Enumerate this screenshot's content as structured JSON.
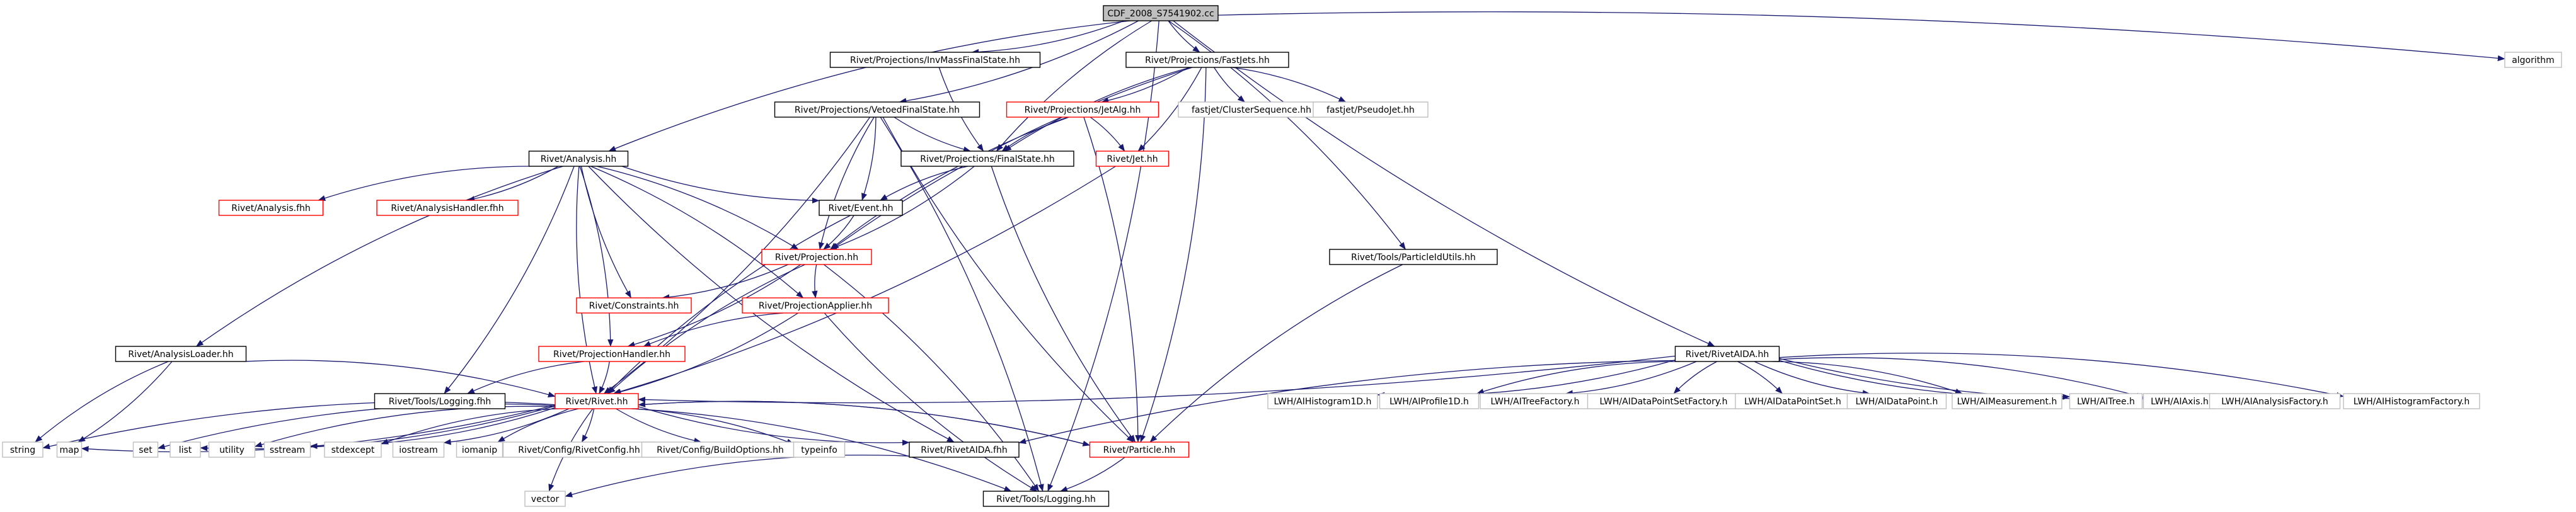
{
  "colors": {
    "edge": "#191970",
    "edge_light": "#7f7fb7",
    "border_normal": "#000000",
    "border_red": "#ff0000",
    "border_gray": "#bfbfbf",
    "root_fill": "#bfbfbf",
    "box_fill": "#ffffff"
  },
  "nodes": {
    "root": {
      "label": "CDF_2008_S7541902.cc",
      "kind": "root"
    },
    "invmass": {
      "label": "Rivet/Projections/InvMassFinalState.hh",
      "kind": "normal"
    },
    "fastjets": {
      "label": "Rivet/Projections/FastJets.hh",
      "kind": "normal"
    },
    "algorithm": {
      "label": "algorithm",
      "kind": "gray"
    },
    "analysis": {
      "label": "Rivet/Analysis.hh",
      "kind": "normal"
    },
    "vetoedfs": {
      "label": "Rivet/Projections/VetoedFinalState.hh",
      "kind": "normal"
    },
    "jetalg": {
      "label": "Rivet/Projections/JetAlg.hh",
      "kind": "red"
    },
    "clusterseq": {
      "label": "fastjet/ClusterSequence.hh",
      "kind": "gray"
    },
    "pseudojet": {
      "label": "fastjet/PseudoJet.hh",
      "kind": "gray"
    },
    "finalstate": {
      "label": "Rivet/Projections/FinalState.hh",
      "kind": "normal"
    },
    "jet": {
      "label": "Rivet/Jet.hh",
      "kind": "red"
    },
    "analysisfhh": {
      "label": "Rivet/Analysis.fhh",
      "kind": "red"
    },
    "analysishandler": {
      "label": "Rivet/AnalysisHandler.fhh",
      "kind": "red"
    },
    "event": {
      "label": "Rivet/Event.hh",
      "kind": "normal"
    },
    "projection": {
      "label": "Rivet/Projection.hh",
      "kind": "red"
    },
    "particleutils": {
      "label": "Rivet/Tools/ParticleIdUtils.hh",
      "kind": "normal"
    },
    "constraints": {
      "label": "Rivet/Constraints.hh",
      "kind": "red"
    },
    "projapplier": {
      "label": "Rivet/ProjectionApplier.hh",
      "kind": "red"
    },
    "analysisloader": {
      "label": "Rivet/AnalysisLoader.hh",
      "kind": "normal"
    },
    "projhandler": {
      "label": "Rivet/ProjectionHandler.hh",
      "kind": "red"
    },
    "rivetaida": {
      "label": "Rivet/RivetAIDA.hh",
      "kind": "normal"
    },
    "loggingfhh": {
      "label": "Rivet/Tools/Logging.fhh",
      "kind": "normal"
    },
    "rivethh": {
      "label": "Rivet/Rivet.hh",
      "kind": "red"
    },
    "string": {
      "label": "string",
      "kind": "gray"
    },
    "map": {
      "label": "map",
      "kind": "gray"
    },
    "set": {
      "label": "set",
      "kind": "gray"
    },
    "list": {
      "label": "list",
      "kind": "gray"
    },
    "utility": {
      "label": "utility",
      "kind": "gray"
    },
    "sstream": {
      "label": "sstream",
      "kind": "gray"
    },
    "stdexcept": {
      "label": "stdexcept",
      "kind": "gray"
    },
    "iostream": {
      "label": "iostream",
      "kind": "gray"
    },
    "iomanip": {
      "label": "iomanip",
      "kind": "gray"
    },
    "rivetconfig": {
      "label": "Rivet/Config/RivetConfig.hh",
      "kind": "gray"
    },
    "buildoptions": {
      "label": "Rivet/Config/BuildOptions.hh",
      "kind": "gray"
    },
    "typeinfo": {
      "label": "typeinfo",
      "kind": "gray"
    },
    "rivetaidafhh": {
      "label": "Rivet/RivetAIDA.fhh",
      "kind": "normal"
    },
    "particle": {
      "label": "Rivet/Particle.hh",
      "kind": "red"
    },
    "vector": {
      "label": "vector",
      "kind": "gray"
    },
    "logginghh": {
      "label": "Rivet/Tools/Logging.hh",
      "kind": "normal"
    },
    "ahist1d": {
      "label": "LWH/AIHistogram1D.h",
      "kind": "gray"
    },
    "aprofile1d": {
      "label": "LWH/AIProfile1D.h",
      "kind": "gray"
    },
    "atreefactory": {
      "label": "LWH/AITreeFactory.h",
      "kind": "gray"
    },
    "adpsfactory": {
      "label": "LWH/AIDataPointSetFactory.h",
      "kind": "gray"
    },
    "adps": {
      "label": "LWH/AIDataPointSet.h",
      "kind": "gray"
    },
    "adp": {
      "label": "LWH/AIDataPoint.h",
      "kind": "gray"
    },
    "ameasure": {
      "label": "LWH/AIMeasurement.h",
      "kind": "gray"
    },
    "atree": {
      "label": "LWH/AITree.h",
      "kind": "gray"
    },
    "aaxis": {
      "label": "LWH/AIAxis.h",
      "kind": "gray"
    },
    "aanalysisfactory": {
      "label": "LWH/AIAnalysisFactory.h",
      "kind": "gray"
    },
    "ahistfactory": {
      "label": "LWH/AIHistogramFactory.h",
      "kind": "gray"
    }
  },
  "edges": [
    [
      "root",
      "invmass"
    ],
    [
      "root",
      "fastjets"
    ],
    [
      "root",
      "algorithm"
    ],
    [
      "root",
      "analysis"
    ],
    [
      "root",
      "vetoedfs"
    ],
    [
      "root",
      "finalstate"
    ],
    [
      "root",
      "particleutils"
    ],
    [
      "root",
      "rivetaida"
    ],
    [
      "root",
      "logginghh"
    ],
    [
      "invmass",
      "finalstate"
    ],
    [
      "fastjets",
      "jetalg"
    ],
    [
      "fastjets",
      "clusterseq"
    ],
    [
      "fastjets",
      "pseudojet"
    ],
    [
      "fastjets",
      "finalstate"
    ],
    [
      "fastjets",
      "jet"
    ],
    [
      "fastjets",
      "projection"
    ],
    [
      "fastjets",
      "particle"
    ],
    [
      "jetalg",
      "finalstate"
    ],
    [
      "jetalg",
      "jet"
    ],
    [
      "jetalg",
      "projection"
    ],
    [
      "jetalg",
      "particle"
    ],
    [
      "vetoedfs",
      "finalstate"
    ],
    [
      "vetoedfs",
      "event"
    ],
    [
      "vetoedfs",
      "projection"
    ],
    [
      "vetoedfs",
      "rivethh"
    ],
    [
      "vetoedfs",
      "particle"
    ],
    [
      "vetoedfs",
      "logginghh"
    ],
    [
      "finalstate",
      "event"
    ],
    [
      "finalstate",
      "projection"
    ],
    [
      "finalstate",
      "particle"
    ],
    [
      "jet",
      "rivethh"
    ],
    [
      "analysis",
      "analysisfhh"
    ],
    [
      "analysis",
      "analysishandler"
    ],
    [
      "analysis",
      "event"
    ],
    [
      "analysis",
      "projection"
    ],
    [
      "analysis",
      "constraints"
    ],
    [
      "analysis",
      "projapplier"
    ],
    [
      "analysis",
      "analysisloader"
    ],
    [
      "analysis",
      "projhandler"
    ],
    [
      "analysis",
      "rivethh"
    ],
    [
      "analysis",
      "loggingfhh"
    ],
    [
      "analysis",
      "rivetaidafhh"
    ],
    [
      "event",
      "projection"
    ],
    [
      "event",
      "rivethh"
    ],
    [
      "projection",
      "constraints"
    ],
    [
      "projection",
      "projapplier"
    ],
    [
      "projection",
      "projhandler"
    ],
    [
      "projection",
      "rivethh"
    ],
    [
      "projection",
      "logginghh"
    ],
    [
      "projapplier",
      "projhandler"
    ],
    [
      "projapplier",
      "rivethh"
    ],
    [
      "projapplier",
      "logginghh"
    ],
    [
      "projhandler",
      "rivethh"
    ],
    [
      "projhandler",
      "loggingfhh"
    ],
    [
      "analysisloader",
      "rivethh"
    ],
    [
      "analysisloader",
      "string"
    ],
    [
      "analysisloader",
      "map"
    ],
    [
      "particleutils",
      "particle"
    ],
    [
      "rivetaida",
      "rivethh"
    ],
    [
      "rivetaida",
      "rivetaidafhh"
    ],
    [
      "rivetaida",
      "ahist1d"
    ],
    [
      "rivetaida",
      "aprofile1d"
    ],
    [
      "rivetaida",
      "atreefactory"
    ],
    [
      "rivetaida",
      "adpsfactory"
    ],
    [
      "rivetaida",
      "adps"
    ],
    [
      "rivetaida",
      "adp"
    ],
    [
      "rivetaida",
      "ameasure"
    ],
    [
      "rivetaida",
      "atree"
    ],
    [
      "rivetaida",
      "aaxis"
    ],
    [
      "rivetaida",
      "aanalysisfactory"
    ],
    [
      "rivetaida",
      "ahistfactory"
    ],
    [
      "rivethh",
      "string"
    ],
    [
      "rivethh",
      "map"
    ],
    [
      "rivethh",
      "set"
    ],
    [
      "rivethh",
      "list"
    ],
    [
      "rivethh",
      "utility"
    ],
    [
      "rivethh",
      "sstream"
    ],
    [
      "rivethh",
      "stdexcept"
    ],
    [
      "rivethh",
      "iostream"
    ],
    [
      "rivethh",
      "iomanip"
    ],
    [
      "rivethh",
      "rivetconfig"
    ],
    [
      "rivethh",
      "buildoptions"
    ],
    [
      "rivethh",
      "typeinfo"
    ],
    [
      "rivethh",
      "rivetaidafhh"
    ],
    [
      "rivethh",
      "particle"
    ],
    [
      "rivethh",
      "vector"
    ],
    [
      "rivethh",
      "logginghh"
    ],
    [
      "particle",
      "rivethh"
    ],
    [
      "particle",
      "logginghh"
    ],
    [
      "rivetaidafhh",
      "vector"
    ]
  ]
}
